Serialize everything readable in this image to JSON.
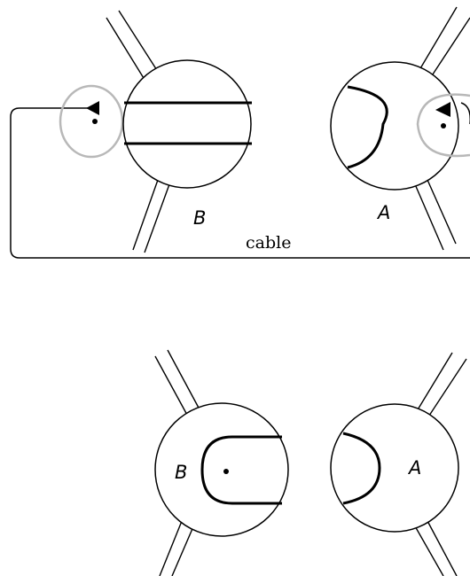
{
  "top_panel": {
    "label_b": "B",
    "label_a": "A",
    "cable_label": "cable"
  },
  "bottom_panel": {
    "label_b": "B",
    "label_a": "A"
  },
  "colors": {
    "stroke": "#000000",
    "loop_gray": "#b8b8b8",
    "background": "#ffffff"
  }
}
